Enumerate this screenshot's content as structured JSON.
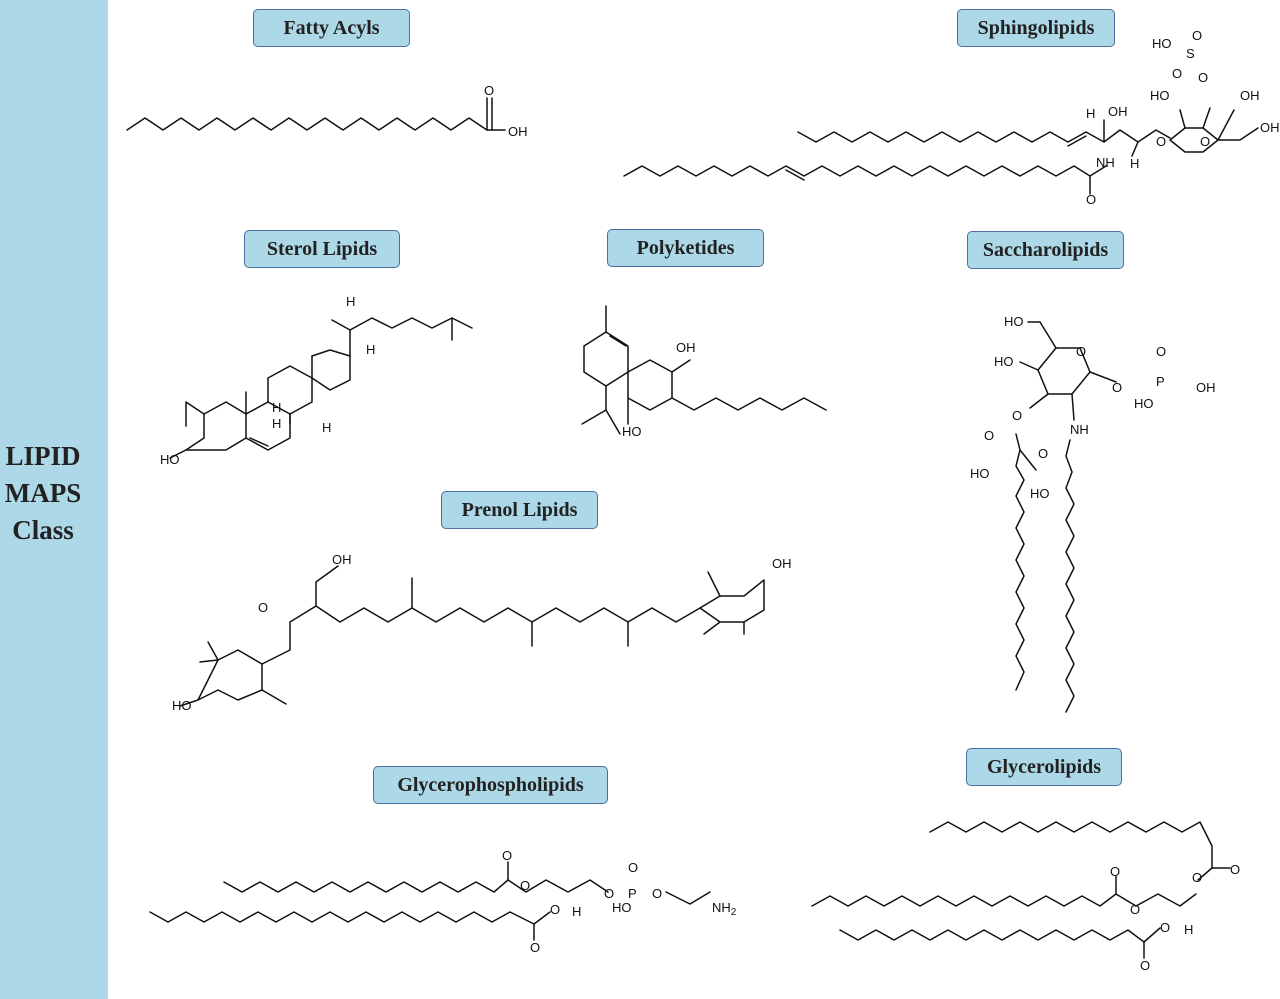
{
  "sidebar": {
    "title_lines": [
      "LIPID",
      "MAPS",
      "Class"
    ]
  },
  "classes": [
    {
      "id": "fatty-acyls",
      "label": "Fatty Acyls"
    },
    {
      "id": "sphingolipids",
      "label": "Sphingolipids"
    },
    {
      "id": "sterol-lipids",
      "label": "Sterol Lipids"
    },
    {
      "id": "polyketides",
      "label": "Polyketides"
    },
    {
      "id": "saccharolipids",
      "label": "Saccharolipids"
    },
    {
      "id": "prenol-lipids",
      "label": "Prenol Lipids"
    },
    {
      "id": "glycerophospholipids",
      "label": "Glycerophospholipids"
    },
    {
      "id": "glycerolipids",
      "label": "Glycerolipids"
    }
  ],
  "atoms": {
    "O": "O",
    "OH": "OH",
    "HO": "HO",
    "H": "H",
    "NH": "NH",
    "NH2": "NH",
    "NH2_sub": "2",
    "S": "S",
    "P": "P"
  },
  "colors": {
    "sidebar": "#acd8e7",
    "label_fill": "#acd8e7",
    "label_border": "#4a6fa0",
    "bond": "#111111"
  }
}
